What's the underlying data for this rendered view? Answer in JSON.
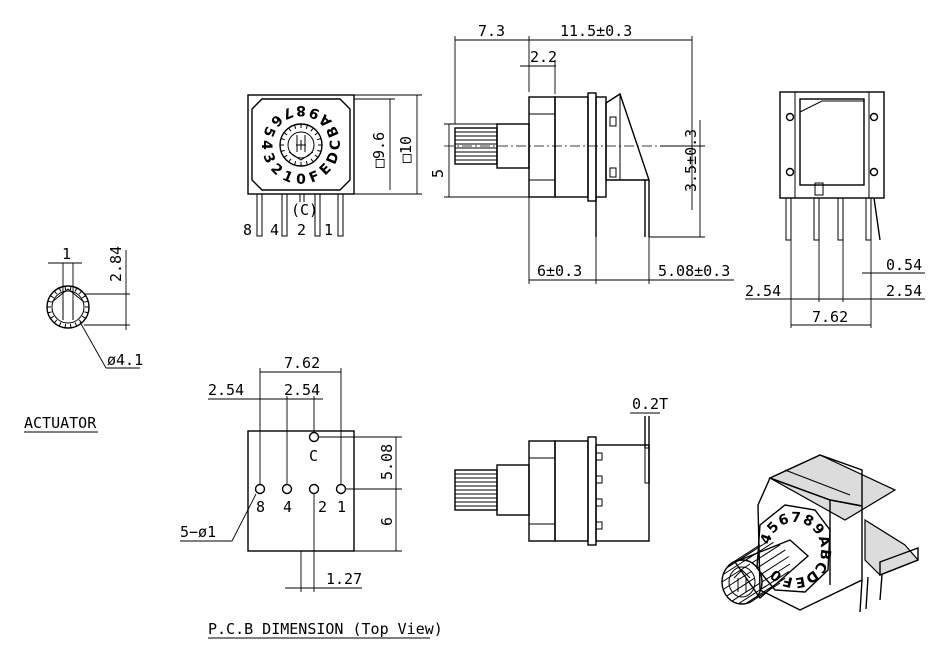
{
  "labels": {
    "top_side_7_3": "7.3",
    "top_side_11_5": "11.5±0.3",
    "top_side_2_2": "2.2",
    "top_side_3_5": "3.5±0.3",
    "top_side_5": "5",
    "top_side_6": "6±0.3",
    "top_side_5_08": "5.08±0.3",
    "front_9_6": "□9.6",
    "front_10": "□10",
    "front_c": "(C)",
    "front_pins": [
      "8",
      "4",
      "2",
      "1"
    ],
    "dial_chars": [
      "0",
      "1",
      "2",
      "3",
      "4",
      "5",
      "6",
      "7",
      "8",
      "9",
      "A",
      "B",
      "C",
      "D",
      "E",
      "F"
    ],
    "end_0_54": "0.54",
    "end_2_54_left": "2.54",
    "end_2_54_right": "2.54",
    "end_7_62": "7.62",
    "act_1": "1",
    "act_2_84": "2.84",
    "act_dia": "ø4.1",
    "actuator_caption": "ACTUATOR",
    "pcb_7_62": "7.62",
    "pcb_2_54_a": "2.54",
    "pcb_2_54_b": "2.54",
    "pcb_c": "C",
    "pcb_pins": [
      "8",
      "4",
      "2",
      "1"
    ],
    "pcb_5_08": "5.08",
    "pcb_6": "6",
    "pcb_hole": "5−ø1",
    "pcb_1_27": "1.27",
    "pcb_caption": "P.C.B DIMENSION (Top View)",
    "side2_0_2t": "0.2T",
    "iso_chars": [
      "4",
      "5",
      "6",
      "7",
      "8",
      "9",
      "A",
      "B",
      "C",
      "D",
      "E",
      "F",
      "0"
    ]
  }
}
